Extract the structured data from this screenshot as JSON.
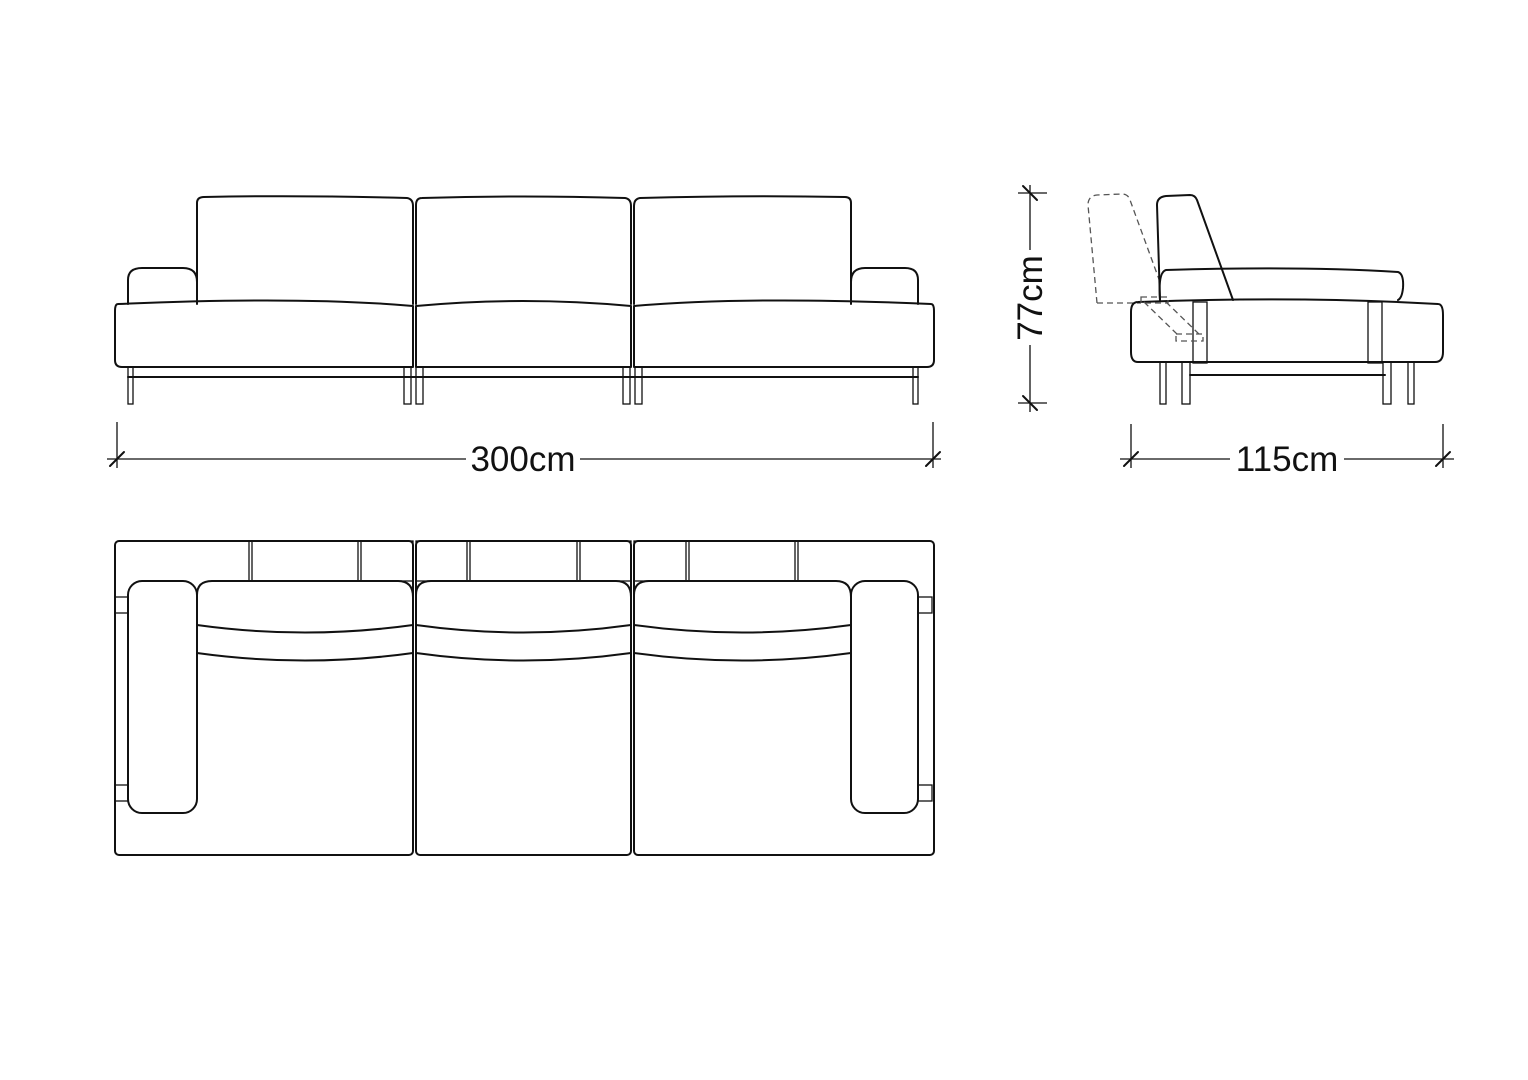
{
  "dimensions": {
    "width_label": "300cm",
    "height_label": "77cm",
    "depth_label": "115cm"
  },
  "colors": {
    "line": "#111111",
    "background": "#ffffff",
    "dashed": "#555555"
  }
}
